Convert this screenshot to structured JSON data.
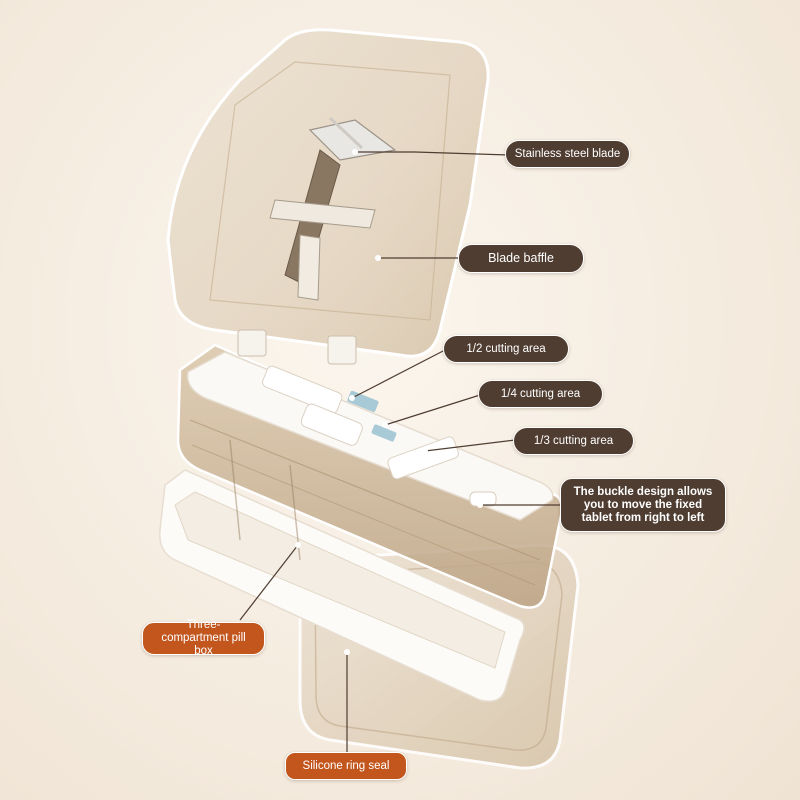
{
  "callouts": {
    "blade": "Stainless steel blade",
    "baffle": "Blade baffle",
    "half": "1/2 cutting area",
    "quarter": "1/4 cutting area",
    "third": "1/3 cutting area",
    "buckle": "The buckle design allows you to move the fixed tablet from right to left",
    "pillbox": "Three-compartment pill box",
    "seal": "Silicone ring seal"
  },
  "colors": {
    "callout_dark": "#4f3d31",
    "callout_orange": "#c2561d",
    "background": "#f5ece0"
  }
}
